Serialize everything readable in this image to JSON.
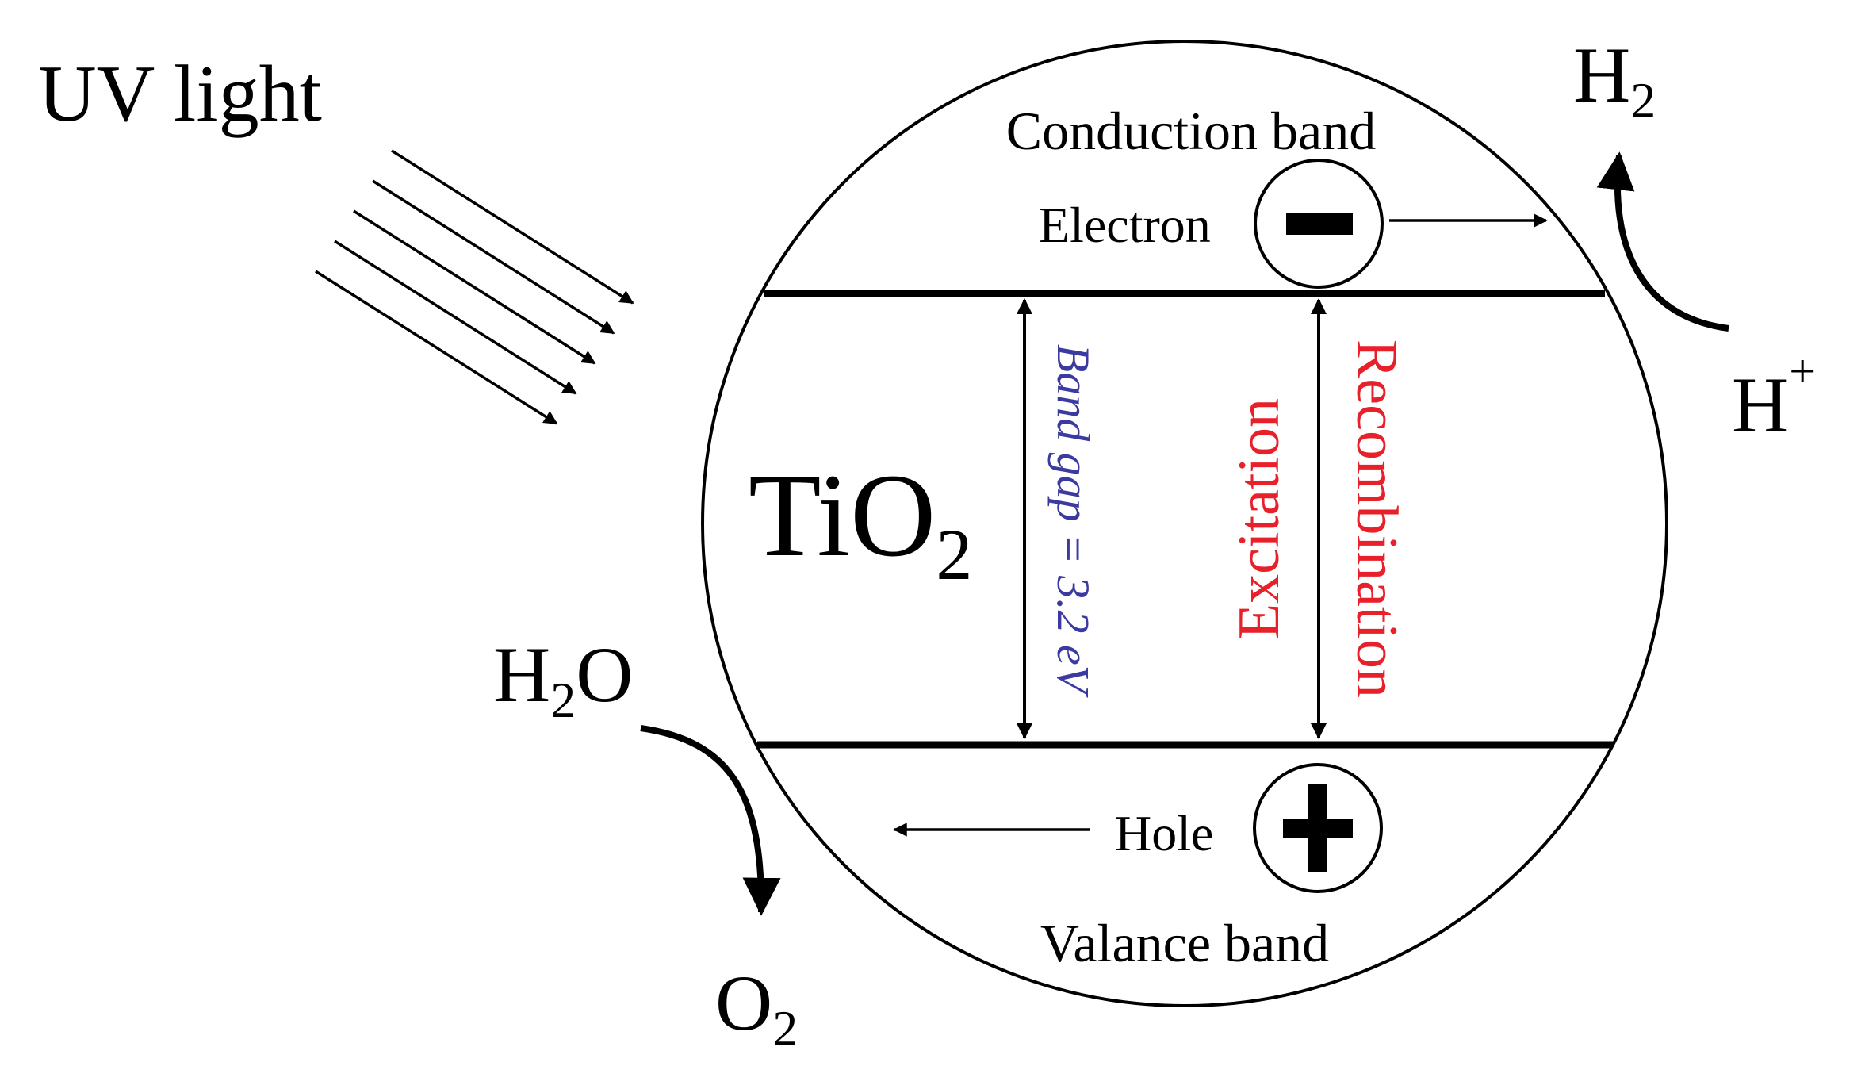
{
  "diagram": {
    "uv_light": "UV light",
    "h2": {
      "base": "H",
      "sub": "2"
    },
    "h_plus": {
      "base": "H",
      "sup": "+"
    },
    "conduction_band": "Conduction band",
    "electron": "Electron",
    "tio2": {
      "base": "TiO",
      "sub": "2"
    },
    "band_gap": "Band gap = 3.2 eV",
    "excitation": "Excitation",
    "recombination": "Recombination",
    "h2o": {
      "h": "H",
      "sub": "2",
      "o": "O"
    },
    "o2": {
      "base": "O",
      "sub": "2"
    },
    "hole": "Hole",
    "valence_band": "Valance band"
  },
  "colors": {
    "band_gap_text": "#3a3aa0",
    "excitation_text": "#e8202a",
    "recombination_text": "#e8202a",
    "line": "#000000"
  },
  "icons": {
    "electron": "minus-circle-icon",
    "hole": "plus-circle-icon",
    "uv": "parallel-arrows-icon"
  }
}
